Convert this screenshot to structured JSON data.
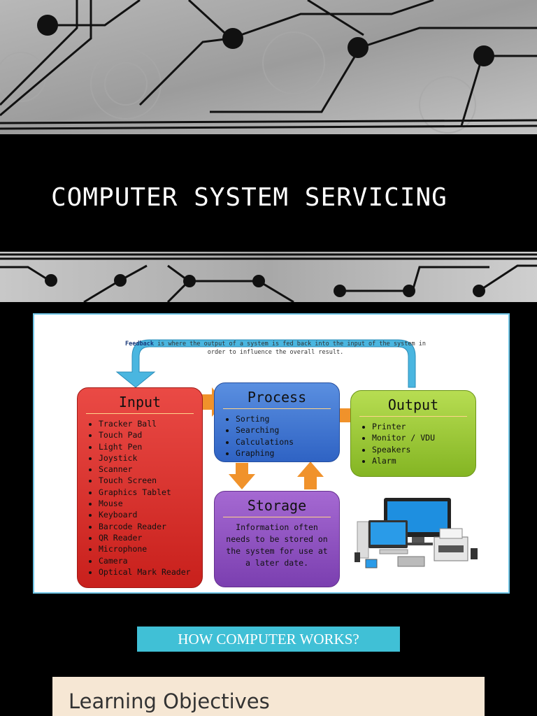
{
  "title": "COMPUTER SYSTEM SERVICING",
  "diagram": {
    "feedback_label": "Feedback",
    "feedback_text": "is where the output of a system is fed back into the input of the system in order to influence the overall result.",
    "input": {
      "label": "Input",
      "items": [
        "Tracker Ball",
        "Touch Pad",
        "Light Pen",
        "Joystick",
        "Scanner",
        "Touch Screen",
        "Graphics Tablet",
        "Mouse",
        "Keyboard",
        "Barcode Reader",
        "QR Reader",
        "Microphone",
        "Camera",
        "Optical Mark Reader"
      ]
    },
    "process": {
      "label": "Process",
      "items": [
        "Sorting",
        "Searching",
        "Calculations",
        "Graphing"
      ]
    },
    "output": {
      "label": "Output",
      "items": [
        "Printer",
        "Monitor / VDU",
        "Speakers",
        "Alarm"
      ]
    },
    "storage": {
      "label": "Storage",
      "text": "Information often needs to be stored on the system for use at a later date."
    },
    "colors": {
      "input": "#d62f2a",
      "process": "#3a6fd0",
      "output": "#9ccb3a",
      "storage": "#8a4cbf",
      "arrow": "#f0922b",
      "feedback_arrow": "#4ab6e0"
    }
  },
  "caption": "HOW COMPUTER WORKS?",
  "objectives": {
    "title": "Learning Objectives"
  }
}
